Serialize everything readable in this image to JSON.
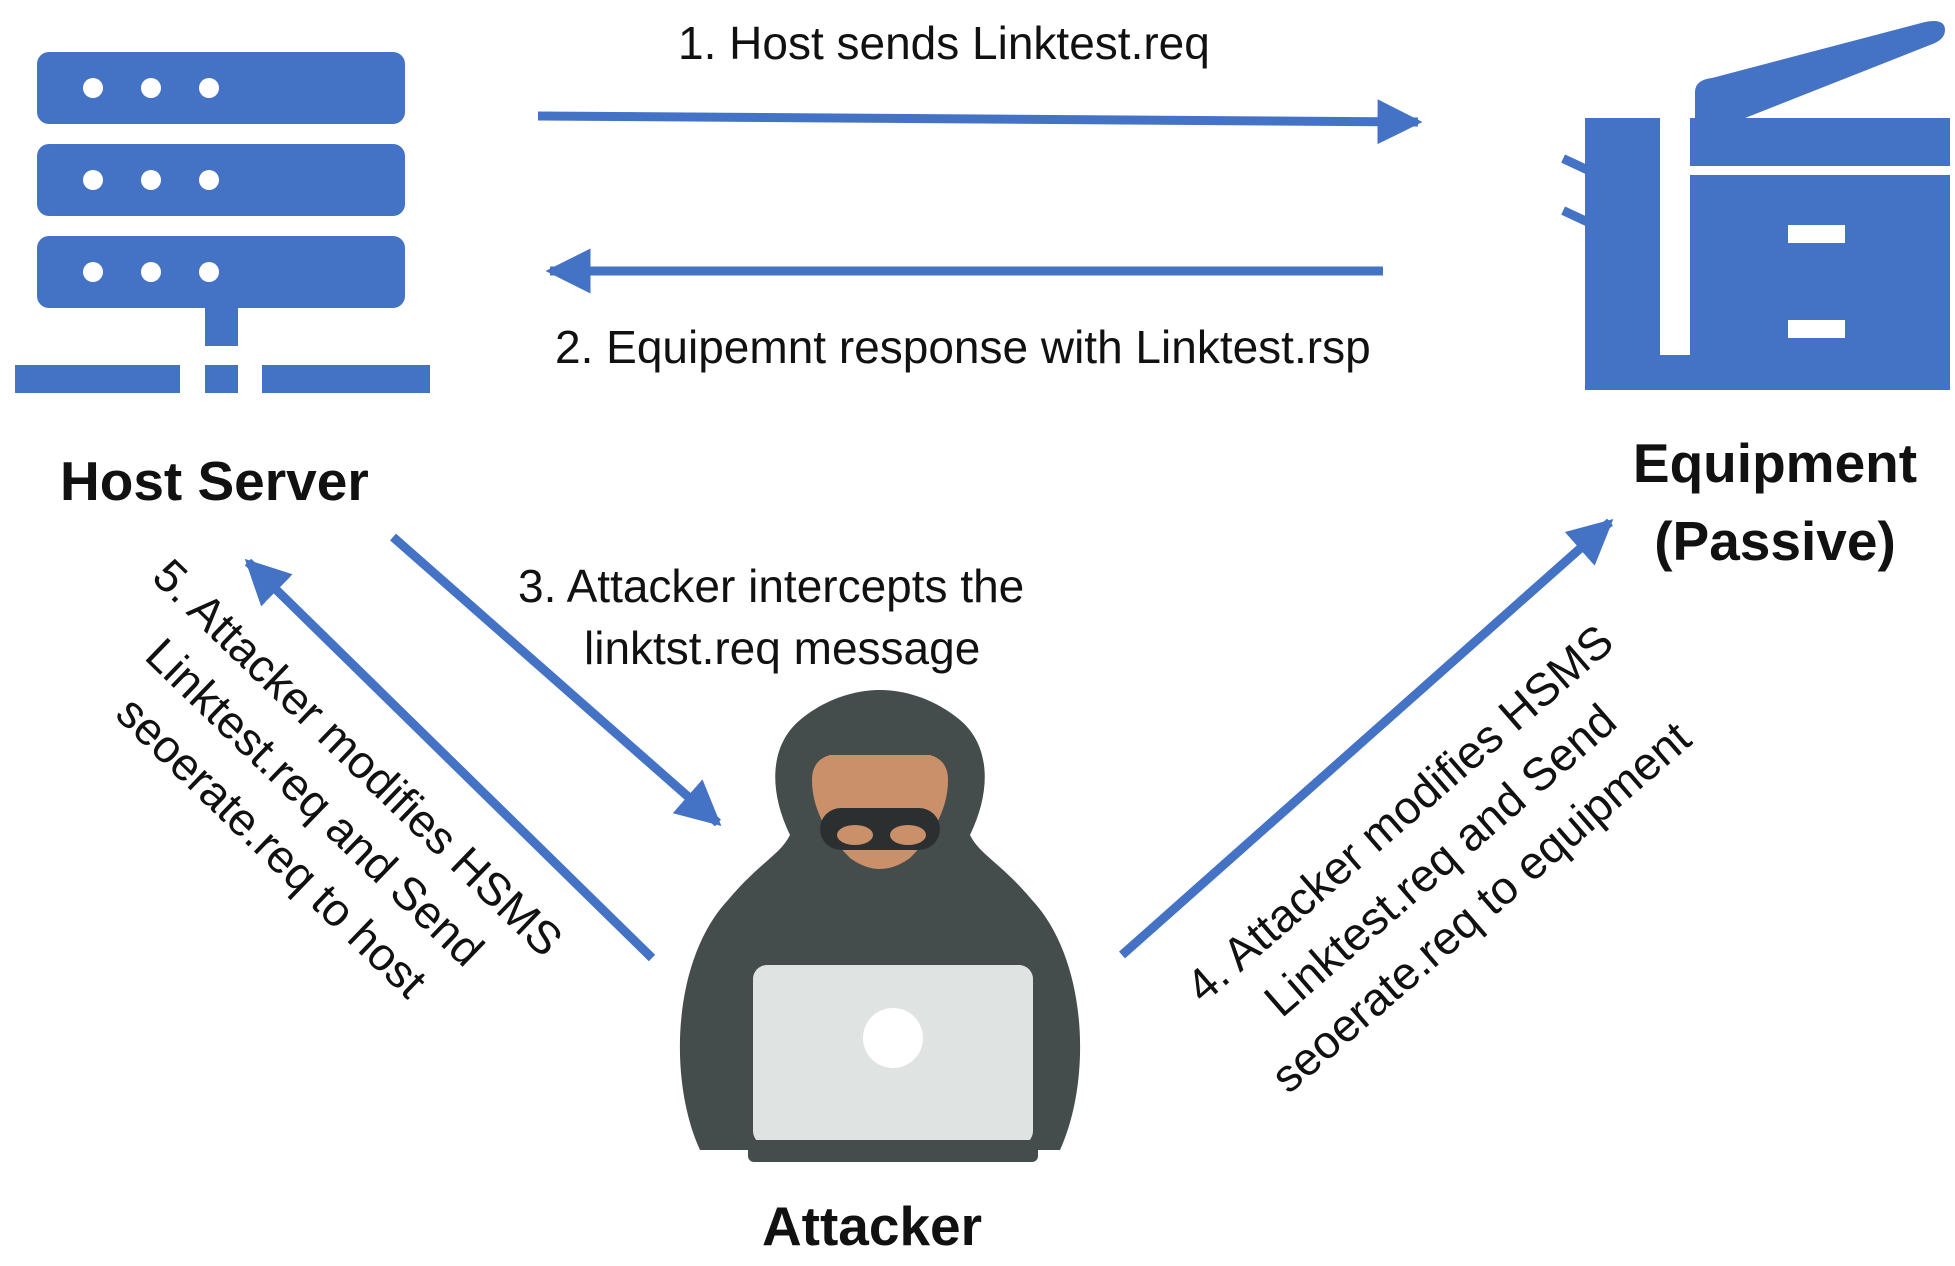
{
  "nodes": {
    "host": "Host Server",
    "equipment_line1": "Equipment",
    "equipment_line2": "(Passive)",
    "attacker": "Attacker"
  },
  "steps": {
    "s1": "1. Host sends Linktest.req",
    "s2": "2. Equipemnt response with Linktest.rsp",
    "s3_line1": "3. Attacker intercepts the",
    "s3_line2": "linktst.req message",
    "s4_line1": "4. Attacker modifies HSMS",
    "s4_line2": "Linktest.req and Send",
    "s4_line3": "seoerate.req to equipment",
    "s5_line1": "5. Attacker modifies HSMS",
    "s5_line2": "Linktest.req and Send",
    "s5_line3": "seoerate.req to host"
  },
  "icons": {
    "host": "server-rack-icon",
    "equipment": "industrial-equipment-icon",
    "attacker": "hooded-hacker-laptop-icon"
  },
  "colors": {
    "accent": "#4472c4",
    "hood": "#454c4c",
    "skin": "#c9906a",
    "laptop": "#dfe4e3"
  }
}
